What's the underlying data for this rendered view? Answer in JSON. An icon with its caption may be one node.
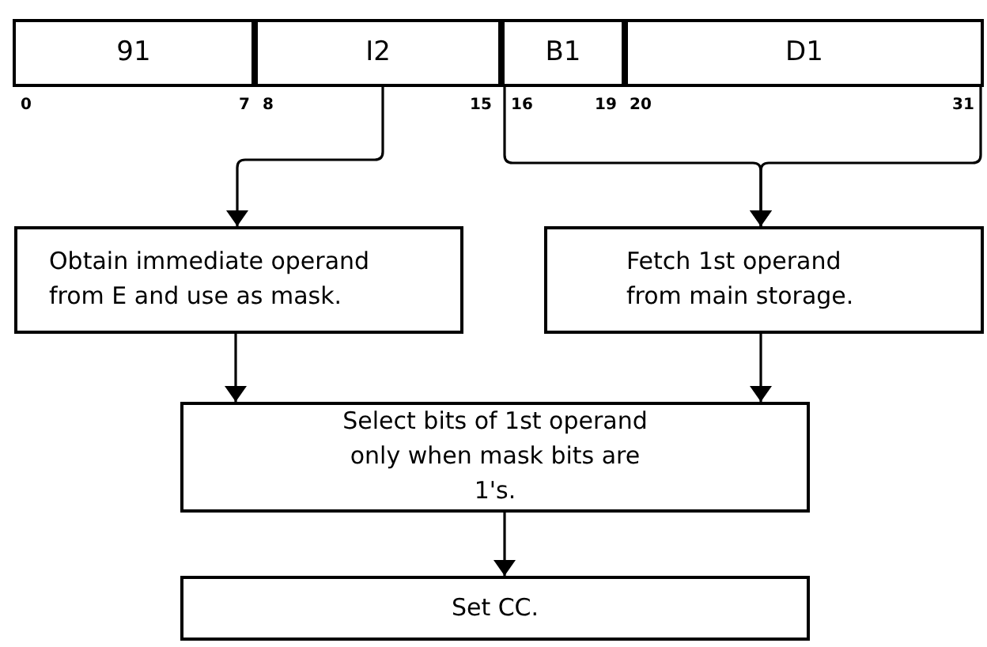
{
  "diagram": {
    "nodes": [
      {
        "text": [
          "91"
        ]
      },
      {
        "text": [
          "I2"
        ]
      },
      {
        "text": [
          "B1"
        ]
      },
      {
        "text": [
          "D1"
        ]
      },
      {
        "text": [
          "Obtain immediate operand from E and use as mask."
        ]
      },
      {
        "text": [
          "Fetch 1st operand from main storage."
        ]
      },
      {
        "text": [
          "Select bits of 1st operand only when mask bits are 1's."
        ]
      },
      {
        "text": [
          "Set CC."
        ]
      }
    ],
    "edges": [
      {
        "from": 1,
        "to": 4,
        "arrow": "to"
      },
      {
        "from": 2,
        "to": 5,
        "arrow": "to"
      },
      {
        "from": 3,
        "to": 5,
        "arrow": "to"
      },
      {
        "from": 4,
        "to": 6,
        "arrow": "to"
      },
      {
        "from": 5,
        "to": 6,
        "arrow": "to"
      },
      {
        "from": 6,
        "to": 7,
        "arrow": "to"
      }
    ],
    "labels": [
      "0",
      "7",
      "8",
      "15",
      "16",
      "19",
      "20",
      "31"
    ]
  }
}
